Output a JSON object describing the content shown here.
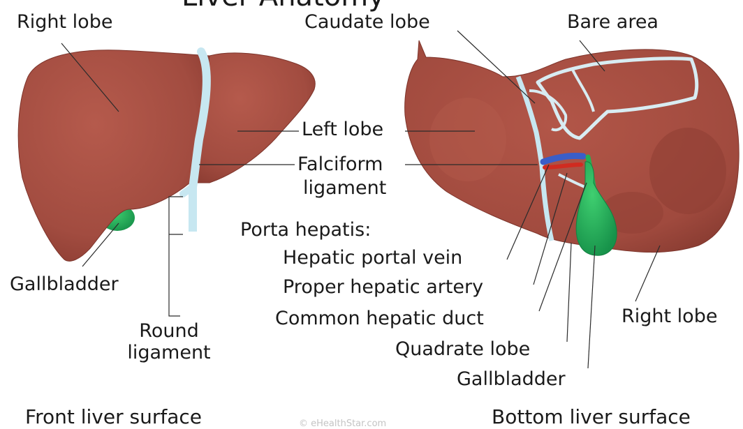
{
  "title_cropped": "Liver Anatomy",
  "credit": "© eHealthStar.com",
  "colors": {
    "liver": "#a24c40",
    "liver_dark": "#8a3b31",
    "ligament": "#c7e7f1",
    "gallbladder": "#23b055",
    "vein": "#3a5ec8",
    "artery": "#d02b20",
    "label_text": "#1a1a1a",
    "leader_line": "#2b2b2b"
  },
  "front": {
    "caption": "Front liver surface",
    "labels": {
      "right_lobe": "Right lobe",
      "gallbladder": "Gallbladder",
      "round_ligament_line1": "Round",
      "round_ligament_line2": "ligament"
    }
  },
  "center": {
    "left_lobe": "Left lobe",
    "falciform_line1": "Falciform",
    "falciform_line2": "ligament",
    "porta_hepatis": "Porta hepatis:",
    "hepatic_portal_vein": "Hepatic portal vein",
    "proper_hepatic_artery": "Proper hepatic artery",
    "common_hepatic_duct": "Common hepatic duct",
    "quadrate_lobe": "Quadrate lobe",
    "gallbladder": "Gallbladder"
  },
  "bottom": {
    "caption": "Bottom liver surface",
    "labels": {
      "caudate_lobe": "Caudate lobe",
      "bare_area": "Bare area",
      "right_lobe": "Right lobe"
    }
  }
}
